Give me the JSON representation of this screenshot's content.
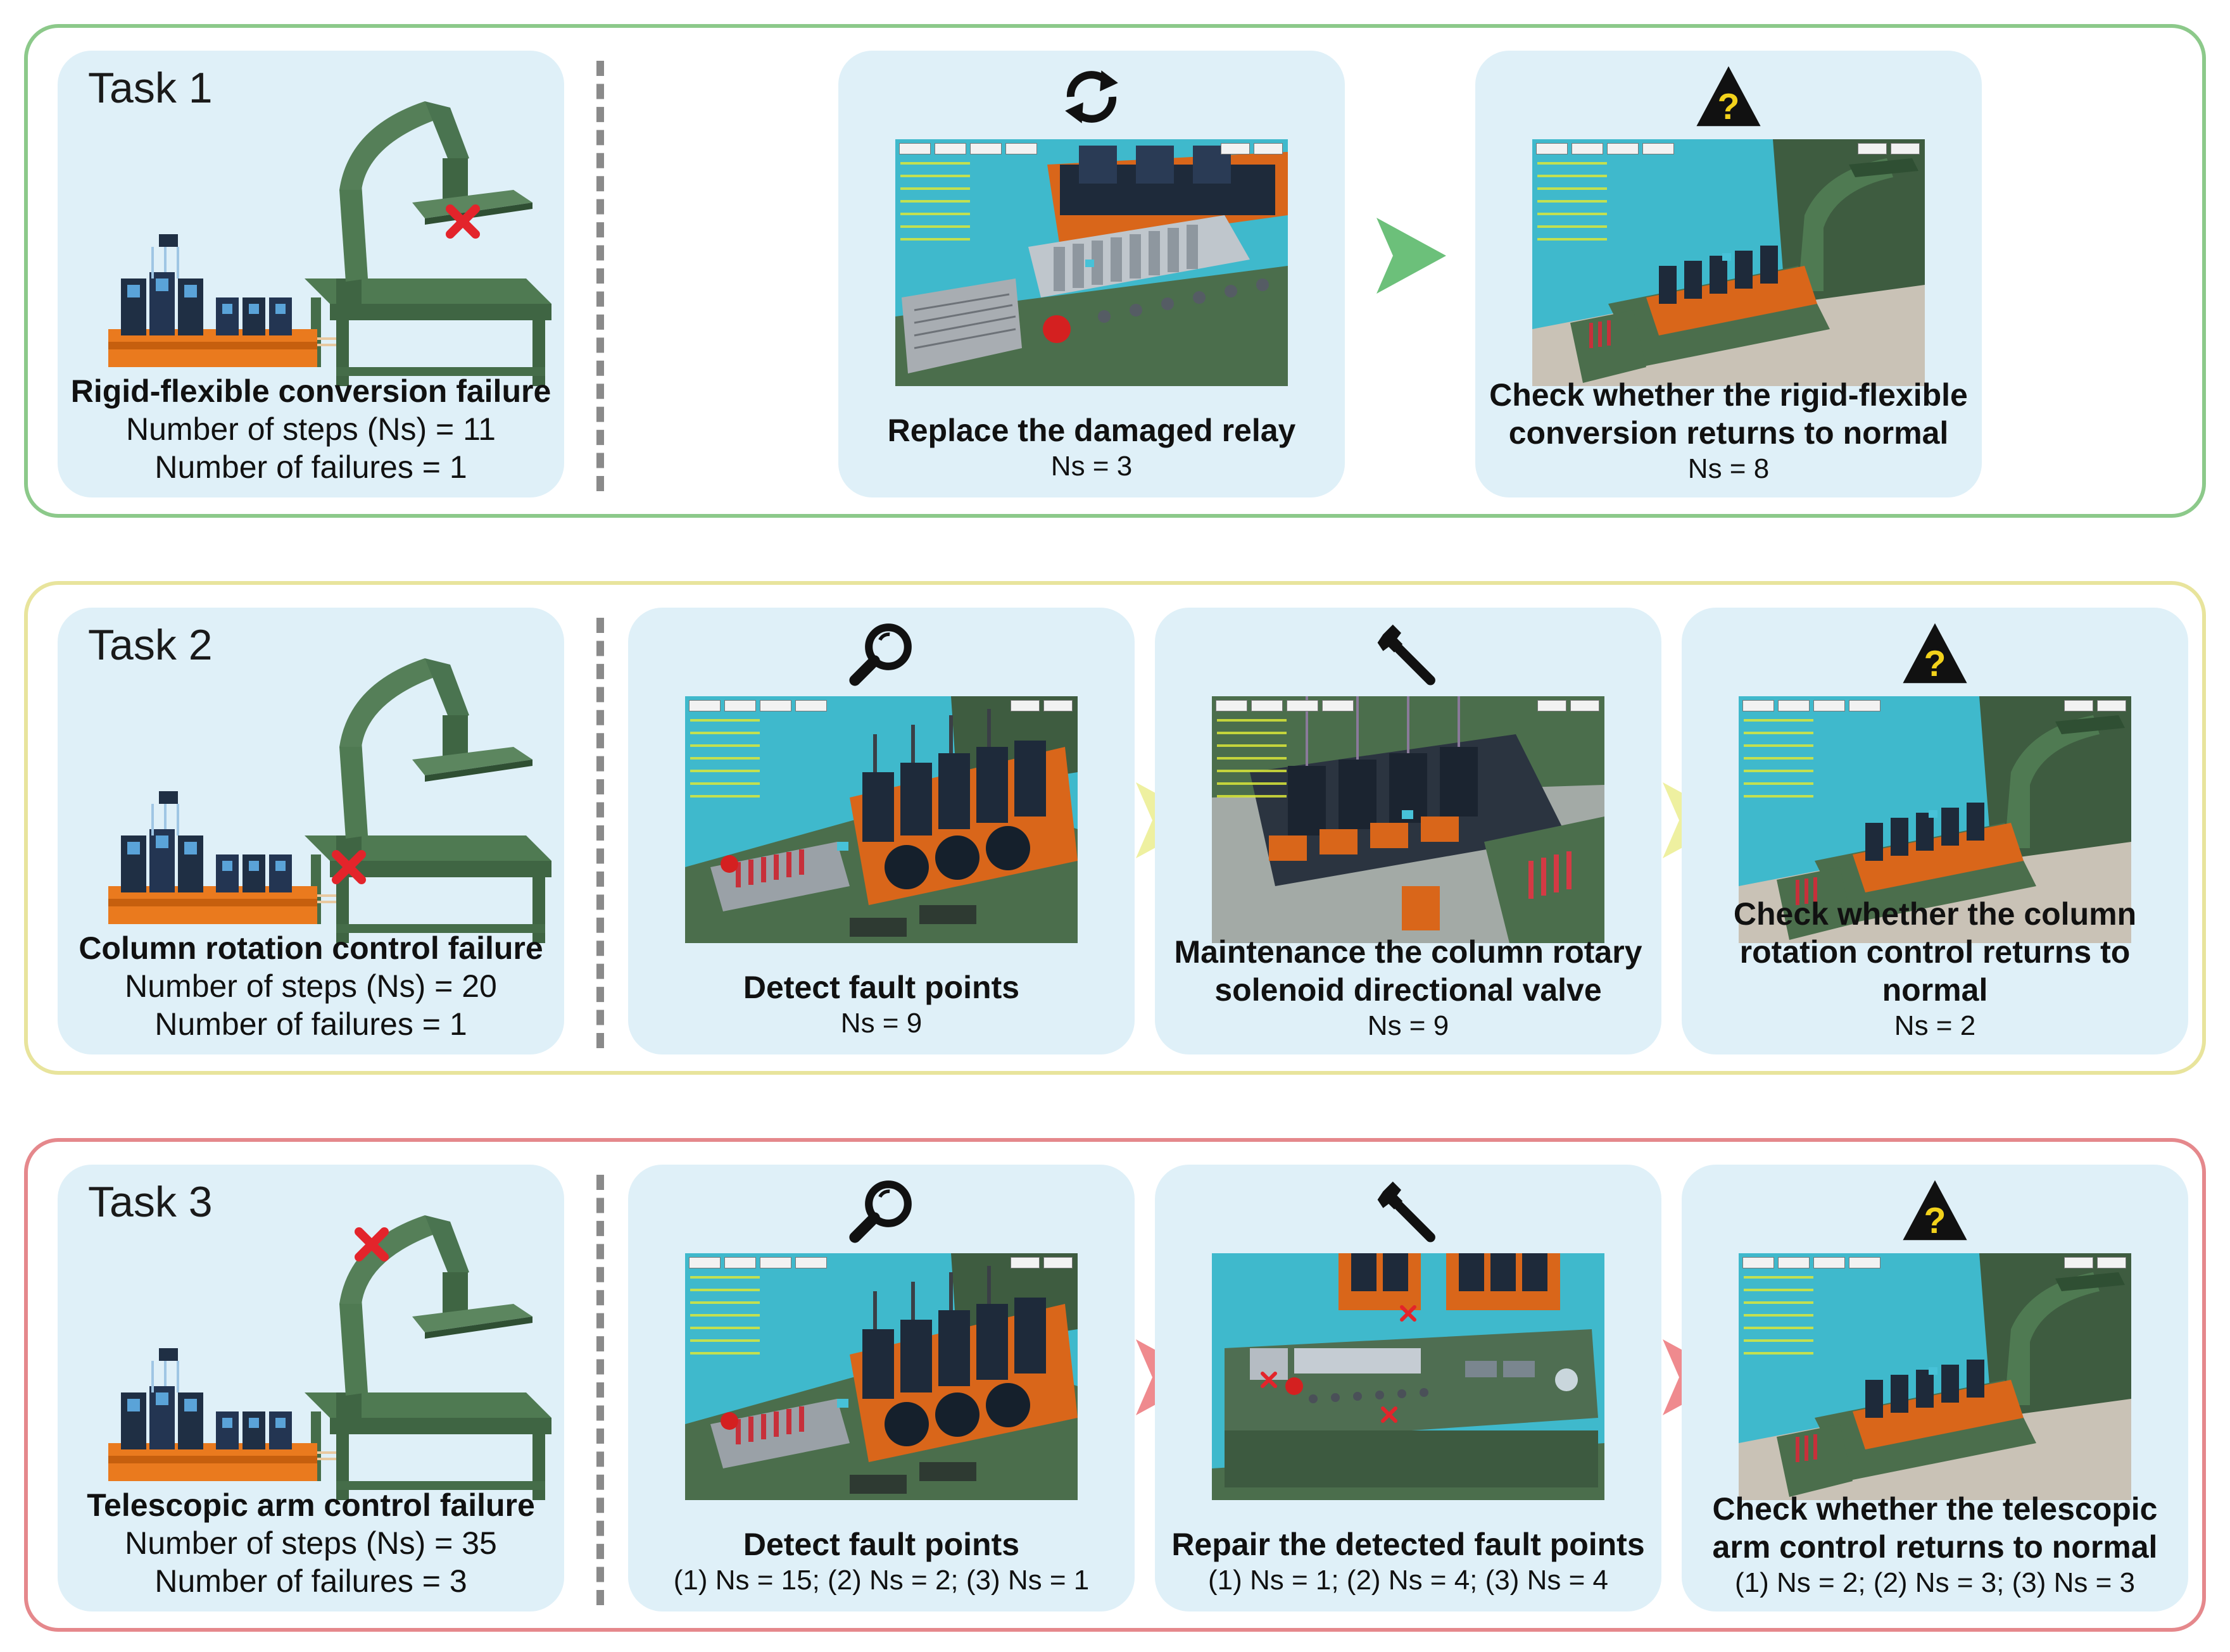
{
  "tasks": [
    {
      "title": "Task 1",
      "failure": "Rigid-flexible conversion failure",
      "steps_line": "Number of steps (Ns) = 11",
      "failures_line": "Number of failures = 1",
      "frame_color": "#8cc98a",
      "arrow_color": "#6cc07a",
      "fault_marker": "gripper",
      "steps": [
        {
          "icon": "refresh-icon",
          "label_lines": [
            "Replace the damaged relay"
          ],
          "ns": "Ns = 3"
        },
        {
          "icon": "warning-question-icon",
          "label_lines": [
            "Check whether the rigid-flexible",
            "conversion returns to normal"
          ],
          "ns": "Ns = 8"
        }
      ]
    },
    {
      "title": "Task 2",
      "failure": "Column rotation control failure",
      "steps_line": "Number of steps (Ns) = 20",
      "failures_line": "Number of failures = 1",
      "frame_color": "#e8e49c",
      "arrow_color": "#eef0a0",
      "fault_marker": "column-base",
      "steps": [
        {
          "icon": "magnifier-icon",
          "label_lines": [
            "Detect fault points"
          ],
          "ns": "Ns = 9"
        },
        {
          "icon": "wrench-icon",
          "label_lines": [
            "Maintenance the column rotary",
            "solenoid directional valve"
          ],
          "ns": "Ns = 9"
        },
        {
          "icon": "warning-question-icon",
          "label_lines": [
            "Check whether the column",
            "rotation control returns to normal"
          ],
          "ns": "Ns = 2"
        }
      ]
    },
    {
      "title": "Task 3",
      "failure": "Telescopic arm control failure",
      "steps_line": "Number of steps (Ns) = 35",
      "failures_line": "Number of failures = 3",
      "frame_color": "#e5888c",
      "arrow_color": "#ef8a8e",
      "fault_marker": "arm-elbow",
      "steps": [
        {
          "icon": "magnifier-icon",
          "label_lines": [
            "Detect fault points"
          ],
          "ns": "(1) Ns = 15; (2) Ns = 2; (3) Ns = 1"
        },
        {
          "icon": "wrench-icon",
          "label_lines": [
            "Repair the detected fault points"
          ],
          "ns": "(1) Ns = 1; (2) Ns = 4; (3) Ns = 4"
        },
        {
          "icon": "warning-question-icon",
          "label_lines": [
            "Check whether the telescopic",
            "arm control returns to normal"
          ],
          "ns": "(1) Ns = 2; (2) Ns = 3; (3) Ns = 3"
        }
      ]
    }
  ]
}
